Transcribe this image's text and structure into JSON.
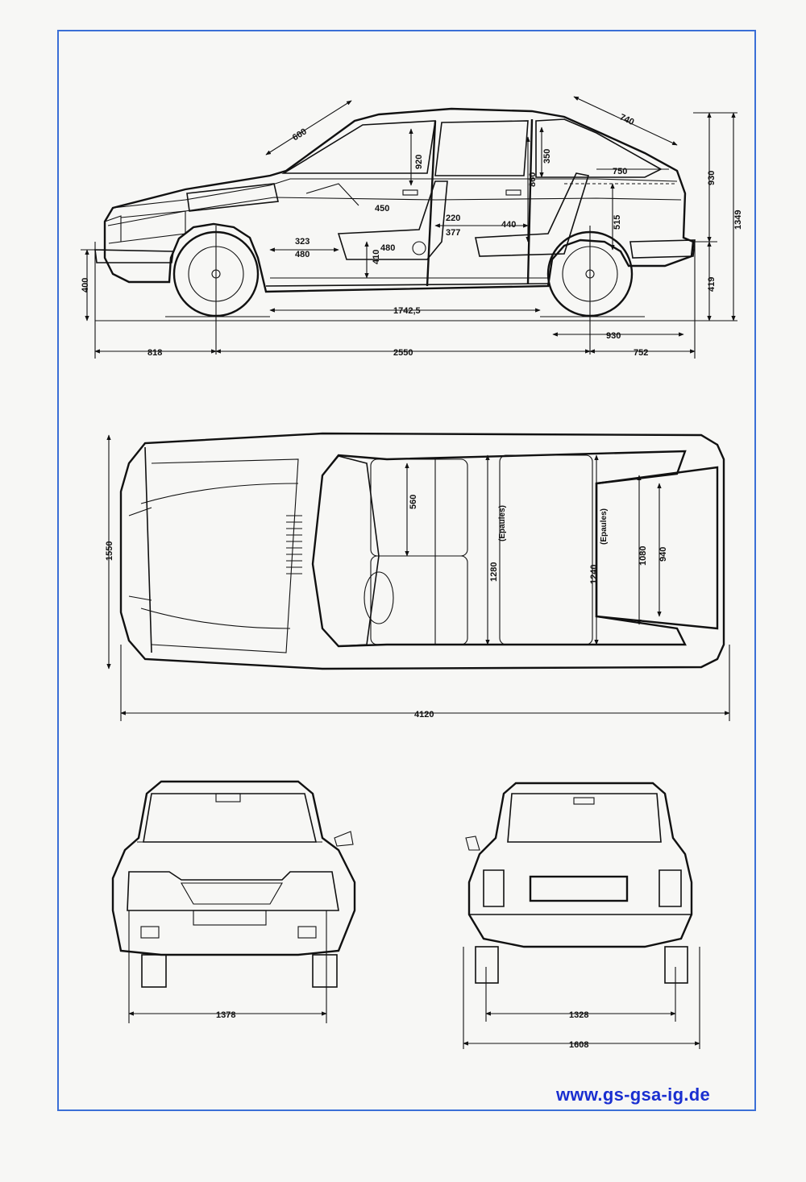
{
  "colors": {
    "frame": "#3b6fd6",
    "url": "#1a2fd0",
    "ink": "#111111",
    "paper": "#f7f7f5"
  },
  "website": "www.gs-gsa-ig.de",
  "side_view": {
    "d600": "600",
    "d740": "740",
    "d920": "920",
    "d350": "350",
    "d860": "860",
    "d750": "750",
    "d930v": "930",
    "d1349": "1349",
    "d450": "450",
    "d220": "220",
    "d377": "377",
    "d440": "440",
    "d515": "515",
    "d323": "323",
    "d480a": "480",
    "d480b": "480",
    "d410": "410",
    "d400": "400",
    "d419": "419",
    "d1742": "1742,5",
    "d930h": "930",
    "d818": "818",
    "d2550": "2550",
    "d752": "752"
  },
  "top_view": {
    "d1550": "1550",
    "d560": "560",
    "d1280": "1280",
    "epaules1": "(Epaules)",
    "d1240": "1240",
    "epaules2": "(Epaules)",
    "d1080": "1080",
    "d940": "940",
    "d4120": "4120"
  },
  "front_view": {
    "d1378": "1378"
  },
  "rear_view": {
    "d1328": "1328",
    "d1608": "1608"
  }
}
